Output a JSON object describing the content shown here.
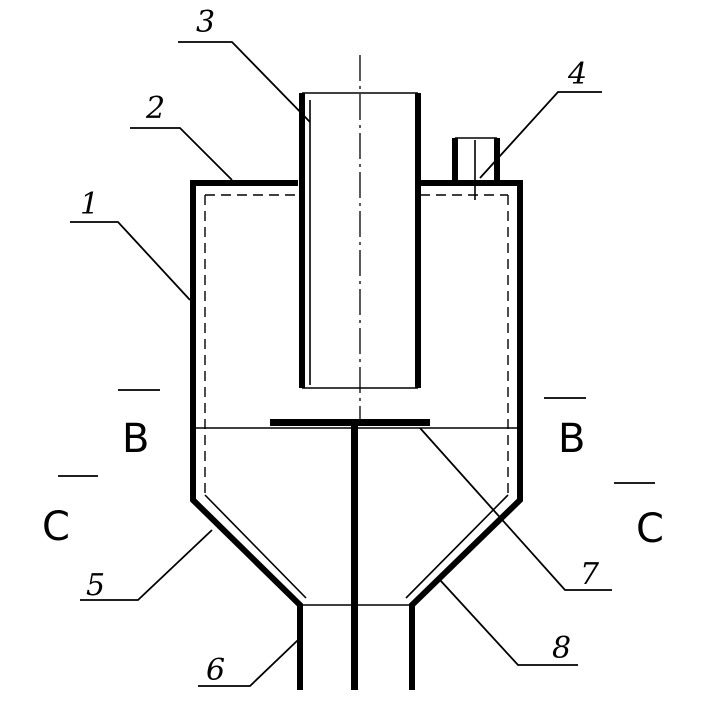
{
  "part_labels": {
    "p1": "1",
    "p2": "2",
    "p3": "3",
    "p4": "4",
    "p5": "5",
    "p6": "6",
    "p7": "7",
    "p8": "8"
  },
  "section_labels": {
    "b_left": "B",
    "b_right": "B",
    "c_left": "C",
    "c_right": "C"
  }
}
